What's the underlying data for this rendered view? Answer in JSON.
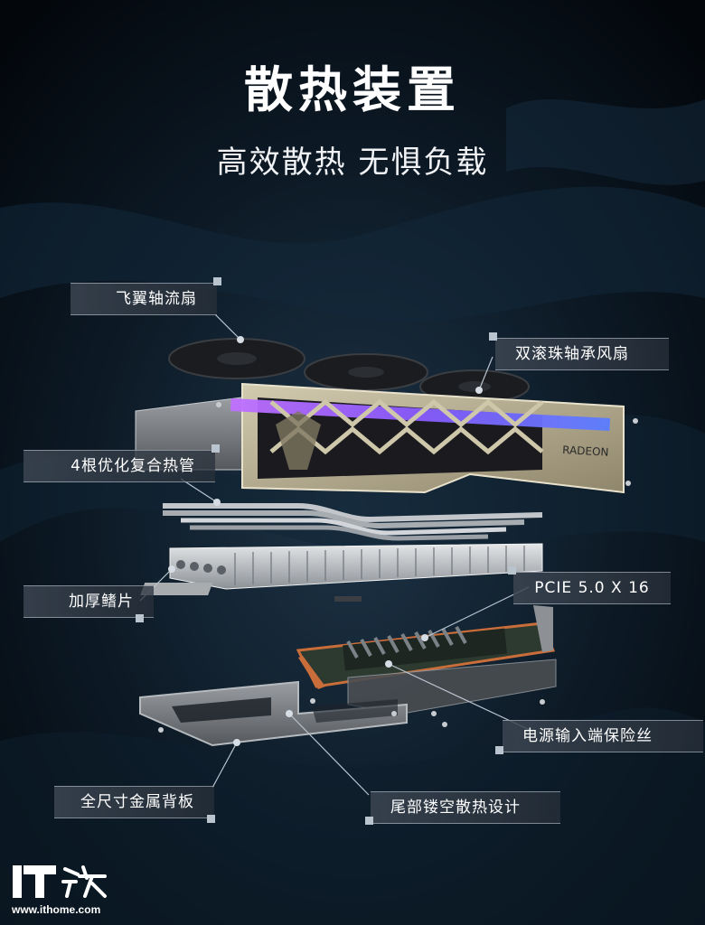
{
  "title": "散热装置",
  "subtitle": "高效散热 无惧负载",
  "labels": {
    "fan_axial": "飞翼轴流扇",
    "fan_bearing": "双滚珠轴承风扇",
    "heatpipes": "4根优化复合热管",
    "fins": "加厚鳍片",
    "pcie": "PCIE 5.0 X 16",
    "fuse": "电源输入端保险丝",
    "backplate": "全尺寸金属背板",
    "tail": "尾部镂空散热设计"
  },
  "product_mark": "RADEON",
  "watermark": {
    "logo": "IT之家",
    "url": "www.ithome.com"
  },
  "colors": {
    "background": "#050a10",
    "label_border": "#b9c4cf",
    "shroud": "#b8ae8e",
    "rgb_glow": "#9a5cff",
    "pcb": "#c96d3a"
  }
}
